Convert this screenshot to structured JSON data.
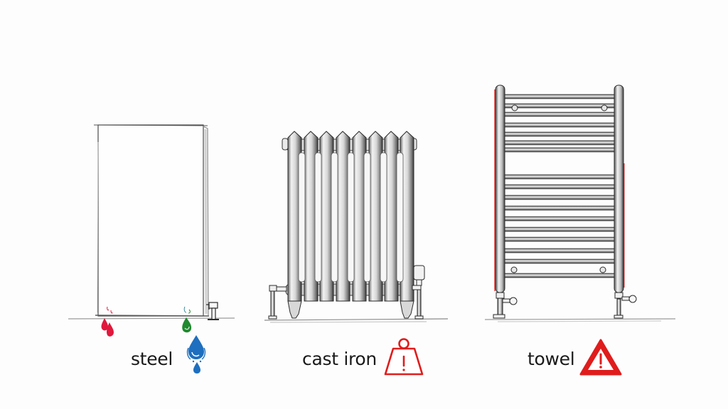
{
  "illustration": {
    "style": "pencil sketch",
    "background_color": "#fdfdfd",
    "floor_line_color": "#9a9a9a",
    "radiators": [
      {
        "id": "steel",
        "label": "steel",
        "type": "flat steel panel radiator",
        "icon": "water-drop-icon",
        "icon_color": "#1e6fbf",
        "accent_drops": [
          {
            "color": "#e0183c",
            "position": "bottom-left"
          },
          {
            "color": "#1f8a2e",
            "position": "bottom-right"
          }
        ]
      },
      {
        "id": "cast-iron",
        "label": "cast iron",
        "type": "column cast iron radiator",
        "sections": 8,
        "icon": "heavy-weight-warning-icon",
        "icon_color": "#e01c1c"
      },
      {
        "id": "towel",
        "label": "towel",
        "type": "ladder towel rail radiator",
        "bars": 17,
        "icon": "warning-triangle-icon",
        "icon_color": "#e01c1c",
        "accent_edge_color": "#d9302a"
      }
    ]
  }
}
